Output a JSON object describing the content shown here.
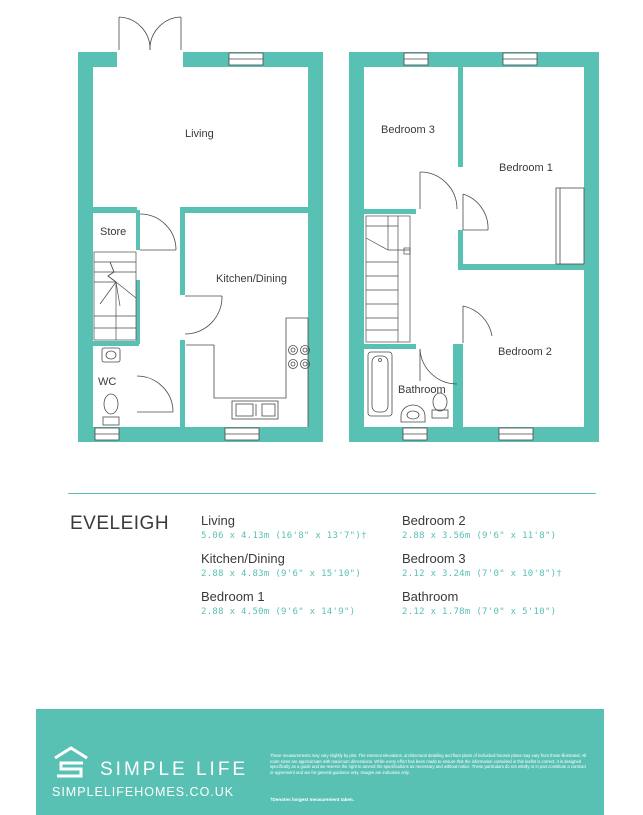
{
  "development": {
    "name": "EVELEIGH"
  },
  "plan_labels": {
    "ground": {
      "living": "Living",
      "store": "Store",
      "kitchen": "Kitchen/Dining",
      "wc": "WC"
    },
    "first": {
      "bedroom3": "Bedroom 3",
      "bedroom1": "Bedroom 1",
      "bedroom2": "Bedroom 2",
      "bathroom": "Bathroom"
    }
  },
  "rooms_left": [
    {
      "name": "Living",
      "dims": "5.06 x 4.13m (16'8\" x 13'7\")†"
    },
    {
      "name": "Kitchen/Dining",
      "dims": "2.88 x 4.83m (9'6\" x 15'10\")"
    },
    {
      "name": "Bedroom 1",
      "dims": "2.88 x 4.50m (9'6\" x 14'9\")"
    }
  ],
  "rooms_right": [
    {
      "name": "Bedroom 2",
      "dims": "2.88 x 3.56m (9'6\" x 11'8\")"
    },
    {
      "name": "Bedroom 3",
      "dims": "2.12 x 3.24m (7'0\" x 10'8\")†"
    },
    {
      "name": "Bathroom",
      "dims": "2.12 x 1.78m (7'0\" x 5'10\")"
    }
  ],
  "footer": {
    "brand": "SIMPLE LIFE",
    "website": "SIMPLELIFEHOMES.CO.UK",
    "disclaimer": "These measurements may vary slightly by plot. The external elevations, architectural detailing and floor plans of individual houses plans may vary from those illustrated. All room sizes are approximate with maximum dimensions. While every effort has been made to ensure that the information contained in this leaflet is correct, it is designed specifically as a guide and we reserve the right to amend the specifications as necessary and without notice. These particulars do not wholly or in part constitute a contract or agreement and are for general guidance only. Images are indicative only.",
    "footnote": "†Denotes longest measurement taken."
  },
  "colors": {
    "wall": "#59c1b4",
    "text": "#3a3a3a",
    "accent": "#59c1b4",
    "line": "#4a4a4a"
  }
}
